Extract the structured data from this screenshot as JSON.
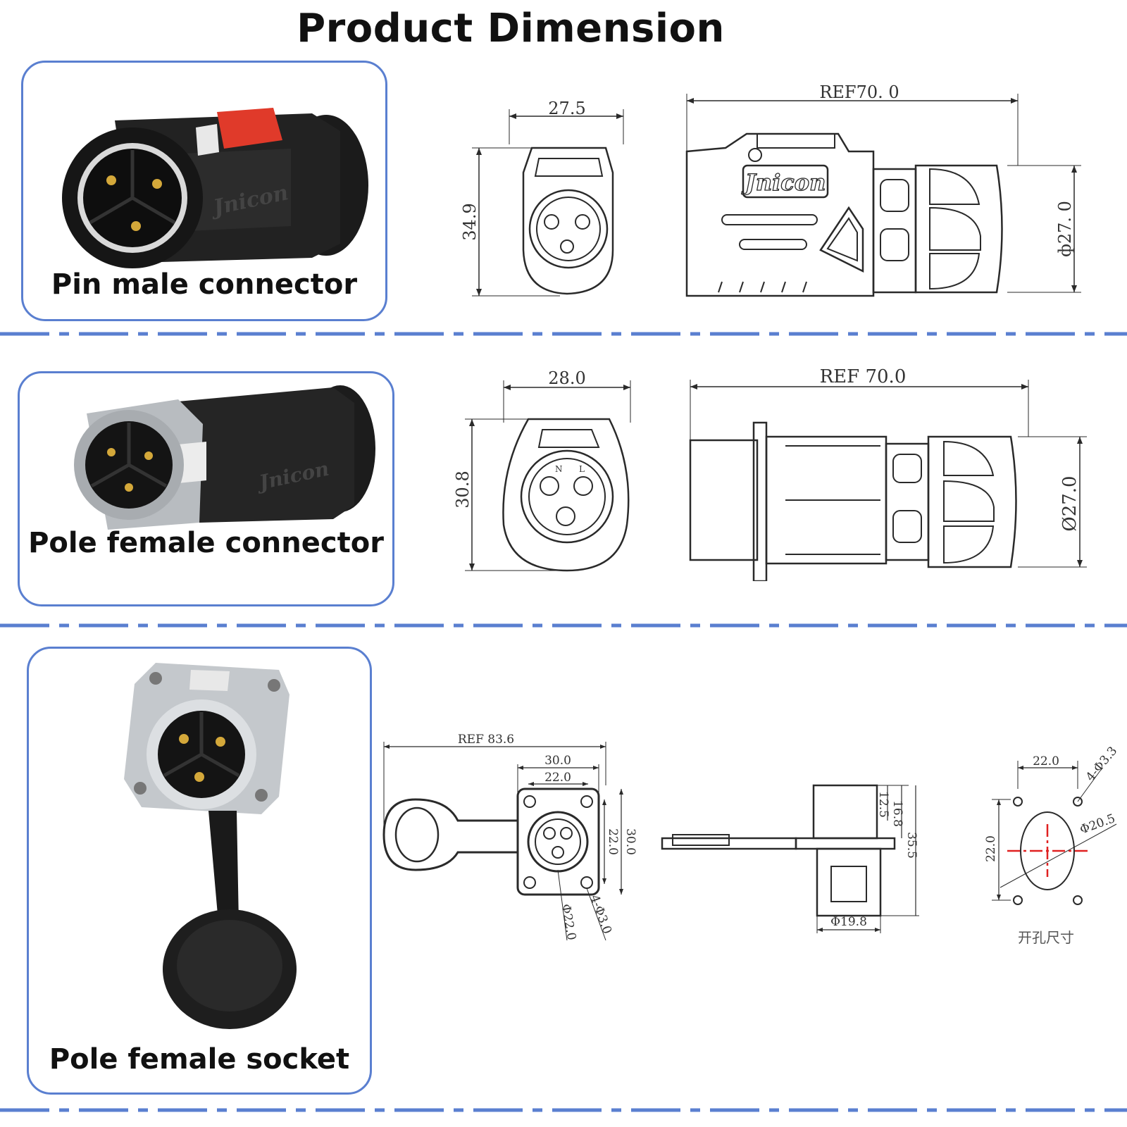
{
  "title": "Product Dimension",
  "colors": {
    "card_border": "#5a7fd0",
    "divider": "#5a7fd0",
    "drawing_line": "#2a2a2a",
    "center_mark": "#e02020"
  },
  "sections": [
    {
      "label": "Pin male connector",
      "photo_icon": "pin-male-connector-photo",
      "dims": {
        "front_width": "27.5",
        "front_height": "34.9",
        "side_length": "REF70. 0",
        "side_diameter": "ф27. 0",
        "logo": "Jnicon"
      }
    },
    {
      "label": "Pole female connector",
      "photo_icon": "pole-female-connector-photo",
      "dims": {
        "front_width": "28.0",
        "front_height": "30.8",
        "side_length": "REF 70.0",
        "side_diameter": "Ø27.0",
        "pin_n": "N",
        "pin_l": "L"
      }
    },
    {
      "label": "Pole female socket",
      "photo_icon": "pole-female-socket-photo",
      "dims": {
        "ref_length": "REF 83.6",
        "flange_width": "30.0",
        "hole_spacing": "22.0",
        "flange_height": "30.0",
        "hole_spacing_v": "22.0",
        "body_diameter": "Φ22.0",
        "mount_holes": "4-Φ3.0",
        "height_1": "12.5",
        "height_2": "16.8",
        "height_total": "35.5",
        "base_diameter": "Φ19.8",
        "cutout_spacing_h": "22.0",
        "cutout_spacing_v": "22.0",
        "cutout_holes": "4-Φ3.3",
        "cutout_diameter": "Φ20.5",
        "cutout_caption": "开孔尺寸"
      }
    }
  ]
}
